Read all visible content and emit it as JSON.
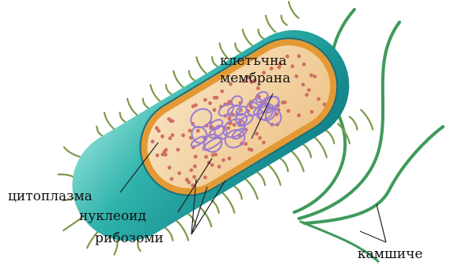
{
  "labels": {
    "membrane_line1": "клетъчна",
    "membrane_line2": "мембрана",
    "cytoplasm": "цитоплазма",
    "nucleoid": "нуклеоид",
    "ribosomes": "рибозоми",
    "flagella": "камшиче"
  },
  "colors": {
    "outer_wall": "#1fa3a0",
    "outer_wall_light": "#7fd6cc",
    "membrane": "#e39a35",
    "cytoplasm": "#f4d6a6",
    "nucleoid": "#9b7bd1",
    "ribosome": "#d06e63",
    "flagella": "#3f9a5a",
    "pili": "#7c9a4a"
  }
}
